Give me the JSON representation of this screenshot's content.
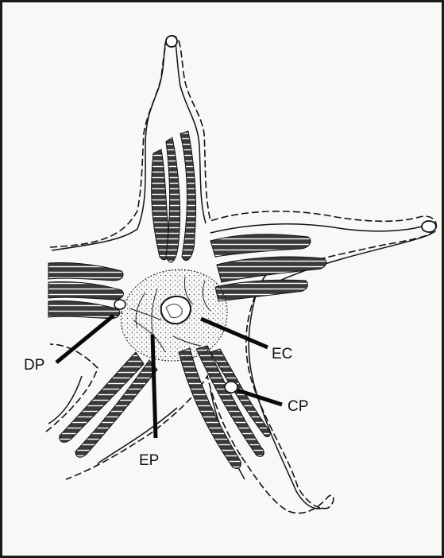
{
  "labels": {
    "dp": "DP",
    "ep": "EP",
    "ec": "EC",
    "cp": "CP"
  },
  "colors": {
    "ink": "#111111",
    "paper": "#f8f8f6",
    "frame": "#1a1a1a"
  }
}
